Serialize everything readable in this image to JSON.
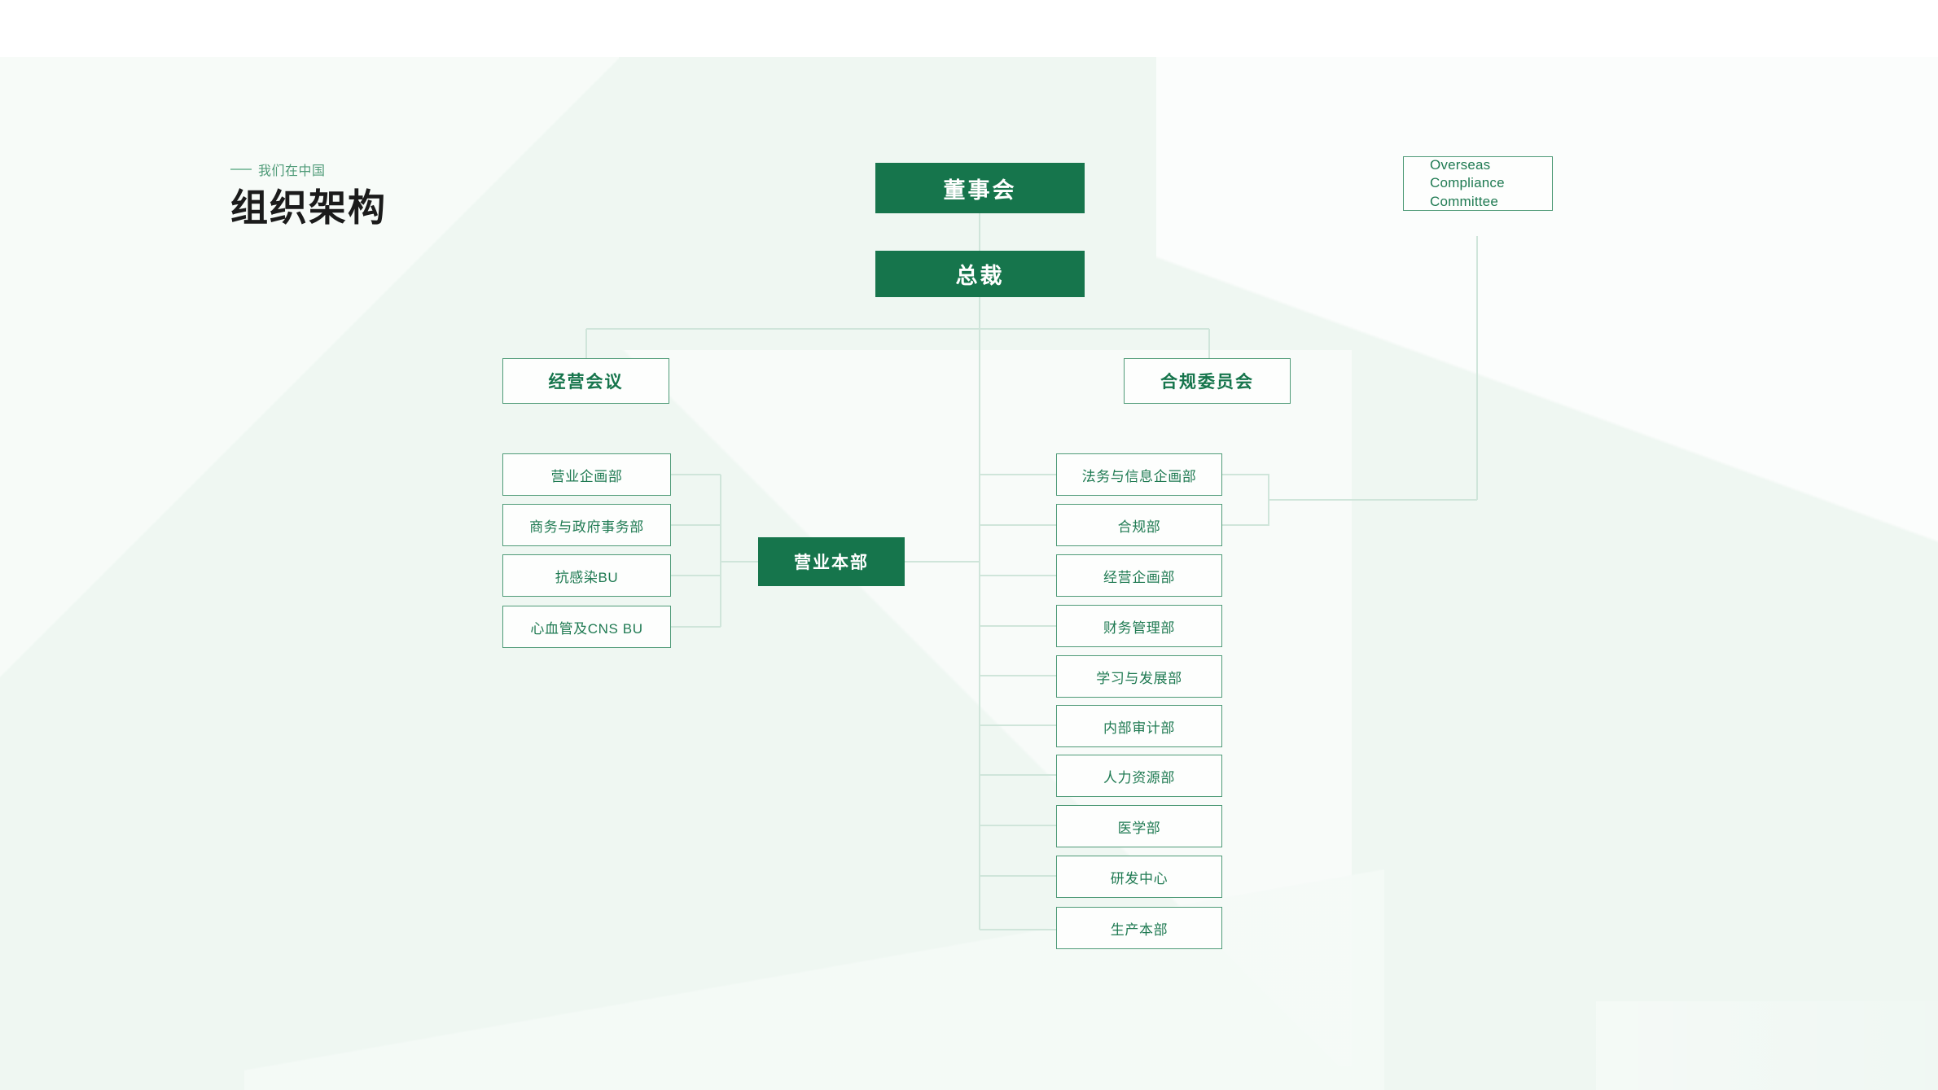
{
  "page": {
    "kicker": "我们在中国",
    "title": "组织架构",
    "accent_green": "#16754c",
    "line_green": "#4f9b78",
    "background": "#eff7f2"
  },
  "chart_data": {
    "type": "diagram",
    "title": "组织架构",
    "nodes": [
      {
        "id": "board",
        "label": "董事会",
        "style": "solid",
        "tier": 1
      },
      {
        "id": "president",
        "label": "总裁",
        "style": "solid",
        "tier": 2
      },
      {
        "id": "occ",
        "label": "Overseas Compliance Committee",
        "style": "outline",
        "tier": 1
      },
      {
        "id": "mgmt-meeting",
        "label": "经营会议",
        "style": "outline-bold",
        "tier": 3
      },
      {
        "id": "compliance-committee",
        "label": "合规委员会",
        "style": "outline-bold",
        "tier": 3
      },
      {
        "id": "sales-hq",
        "label": "营业本部",
        "style": "solid",
        "tier": 4
      }
    ],
    "edges": [
      {
        "from": "board",
        "to": "president"
      },
      {
        "from": "president",
        "to": "mgmt-meeting"
      },
      {
        "from": "president",
        "to": "compliance-committee"
      },
      {
        "from": "president",
        "to": "right-departments"
      },
      {
        "from": "sales-hq",
        "to": "left-departments"
      },
      {
        "from": "occ",
        "to": "compliance-bracket"
      }
    ]
  },
  "root": {
    "board": "董事会",
    "president": "总裁"
  },
  "overseas": {
    "line1": "Overseas",
    "line2": "Compliance",
    "line3": "Committee"
  },
  "tier3": {
    "management_meeting": "经营会议",
    "compliance_committee": "合规委员会"
  },
  "hub": {
    "sales_headquarters": "营业本部"
  },
  "left_departments": [
    {
      "label": "营业企画部"
    },
    {
      "label": "商务与政府事务部"
    },
    {
      "label": "抗感染BU"
    },
    {
      "label": "心血管及CNS  BU"
    }
  ],
  "right_departments": [
    {
      "label": "法务与信息企画部"
    },
    {
      "label": "合规部"
    },
    {
      "label": "经营企画部"
    },
    {
      "label": "财务管理部"
    },
    {
      "label": "学习与发展部"
    },
    {
      "label": "内部审计部"
    },
    {
      "label": "人力资源部"
    },
    {
      "label": "医学部"
    },
    {
      "label": "研发中心"
    },
    {
      "label": "生产本部"
    }
  ]
}
